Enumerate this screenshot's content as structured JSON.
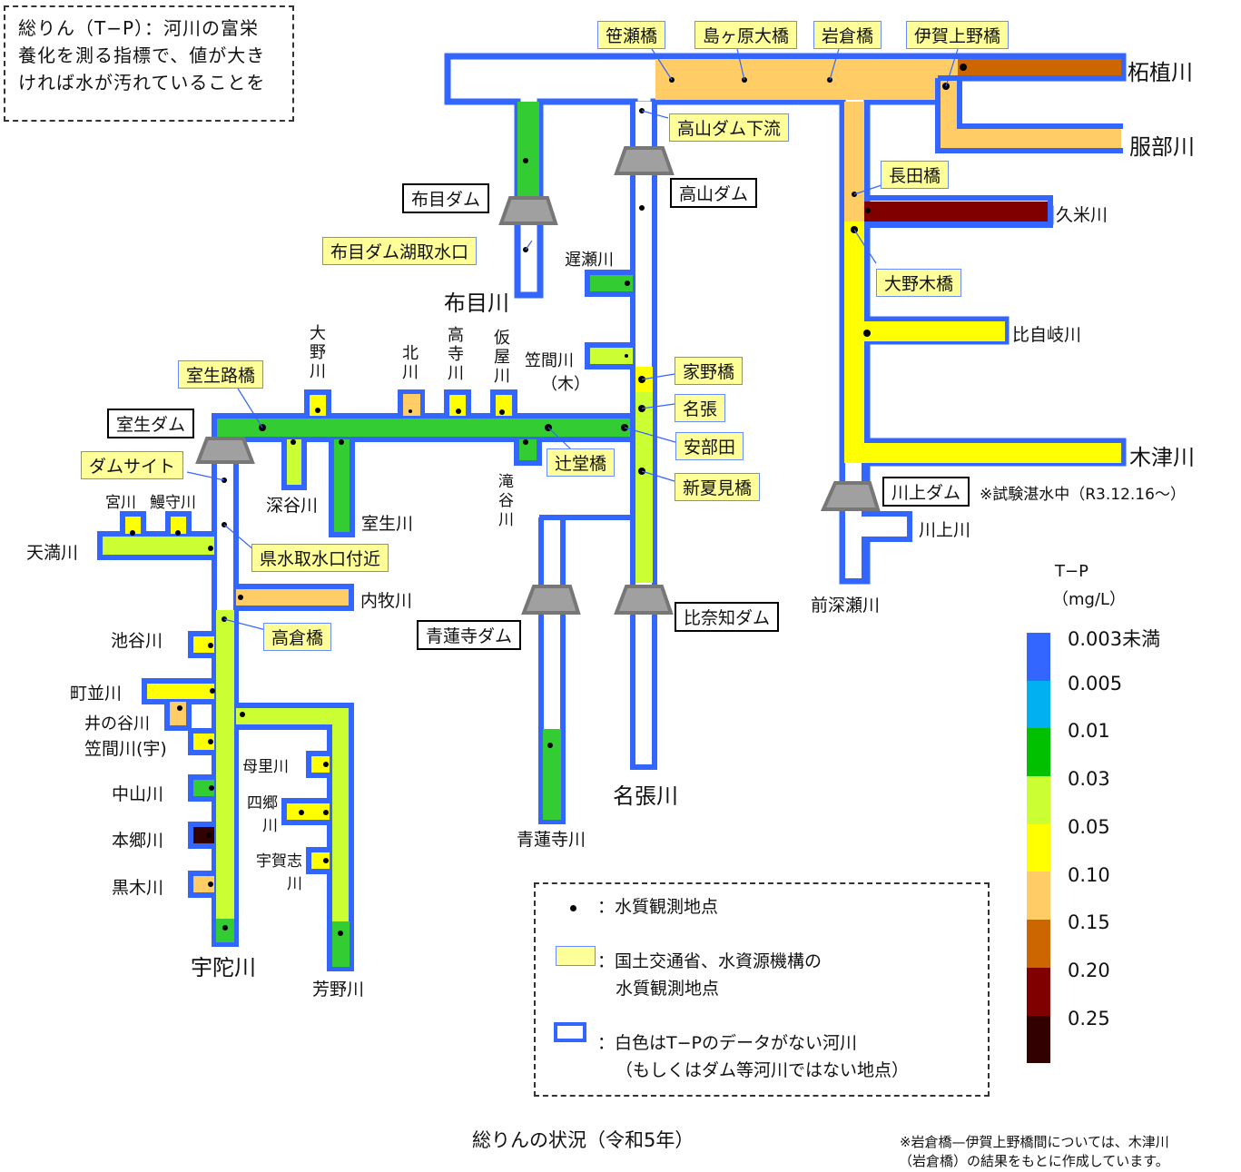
{
  "intro": {
    "lines": [
      "総りん（T−P）：河川の富栄",
      "養化を測る指標で、値が大き",
      "ければ水が汚れていることを"
    ]
  },
  "caption": "総りんの状況（令和5年）",
  "footnote": {
    "line1": "※岩倉橋—伊賀上野橋間については、木津川",
    "line2": "（岩倉橋）の結果をもとに作成しています。"
  },
  "colors": {
    "border": "#3366ff",
    "callout_fill": "#ffff99",
    "dam_fill": "#a0a0a0",
    "dam_stroke": "#777777"
  },
  "scale": {
    "title": "T−P",
    "unit": "（mg/L）",
    "bins": [
      {
        "label": "0.003未満",
        "color": "#3366ff"
      },
      {
        "label": "0.005",
        "color": "#00b0f0"
      },
      {
        "label": "0.01",
        "color": "#00c000"
      },
      {
        "label": "0.03",
        "color": "#ccff33"
      },
      {
        "label": "0.05",
        "color": "#ffff00"
      },
      {
        "label": "0.10",
        "color": "#ffcc66"
      },
      {
        "label": "0.15",
        "color": "#cc6600"
      },
      {
        "label": "0.20",
        "color": "#800000"
      },
      {
        "label": "0.25",
        "color": "#330000"
      }
    ]
  },
  "legend": {
    "dot": "：水質観測地点",
    "callout_line1": "：国土交通省、水資源機構の",
    "callout_line2": "水質観測地点",
    "box_line1": "：白色はT−Pのデータがない河川",
    "box_line2": "（もしくはダム等河川ではない地点）"
  },
  "rivers": {
    "tsuge": "柘植川",
    "hattori": "服部川",
    "kume": "久米川",
    "hijiki": "比自岐川",
    "kizu": "木津川",
    "kawakami": "川上川",
    "maefukase": "前深瀬川",
    "nunome": "布目川",
    "osose": "遅瀬川",
    "kasama_ki": "笠間川",
    "kasama_ki2": "（木）",
    "ono": "大野川",
    "kita": "北川",
    "takadera": "高寺川",
    "kariya": "仮屋川",
    "fukatani": "深谷川",
    "muro": "室生川",
    "takitani": "滝谷川",
    "miyagawa": "宮川",
    "unagimori": "鰻守川",
    "tenma": "天満川",
    "uchimaki": "内牧川",
    "iketani": "池谷川",
    "machinami": "町並川",
    "inotani": "井の谷川",
    "kasama_u": "笠間川(宇)",
    "nakayama": "中山川",
    "hongo": "本郷川",
    "kuroki": "黒木川",
    "uda": "宇陀川",
    "bori": "母里川",
    "shigo": "四郷川",
    "ugashi": "宇賀志川",
    "hano": "芳野川",
    "shorenji": "青蓮寺川",
    "nabari": "名張川"
  },
  "dams": {
    "nunome": "布目ダム",
    "takayama": "高山ダム",
    "muro": "室生ダム",
    "kawakami": "川上ダム",
    "kawakami_note": "※試験湛水中（R3.12.16〜）",
    "shorenji": "青蓮寺ダム",
    "hinachi": "比奈知ダム"
  },
  "stations": {
    "sasegawa": "笹瀬橋",
    "shimagahara": "島ヶ原大橋",
    "iwakura": "岩倉橋",
    "igaueno": "伊賀上野橋",
    "takayama_down": "高山ダム下流",
    "nagata": "長田橋",
    "onogi": "大野木橋",
    "nunome_intake": "布目ダム湖取水口",
    "muroji": "室生路橋",
    "damsite": "ダムサイト",
    "ieno": "家野橋",
    "nabari": "名張",
    "abeta": "安部田",
    "tsujido": "辻堂橋",
    "shinkami": "新夏見橋",
    "ken_intake": "県水取水口付近",
    "takakura": "高倉橋"
  }
}
